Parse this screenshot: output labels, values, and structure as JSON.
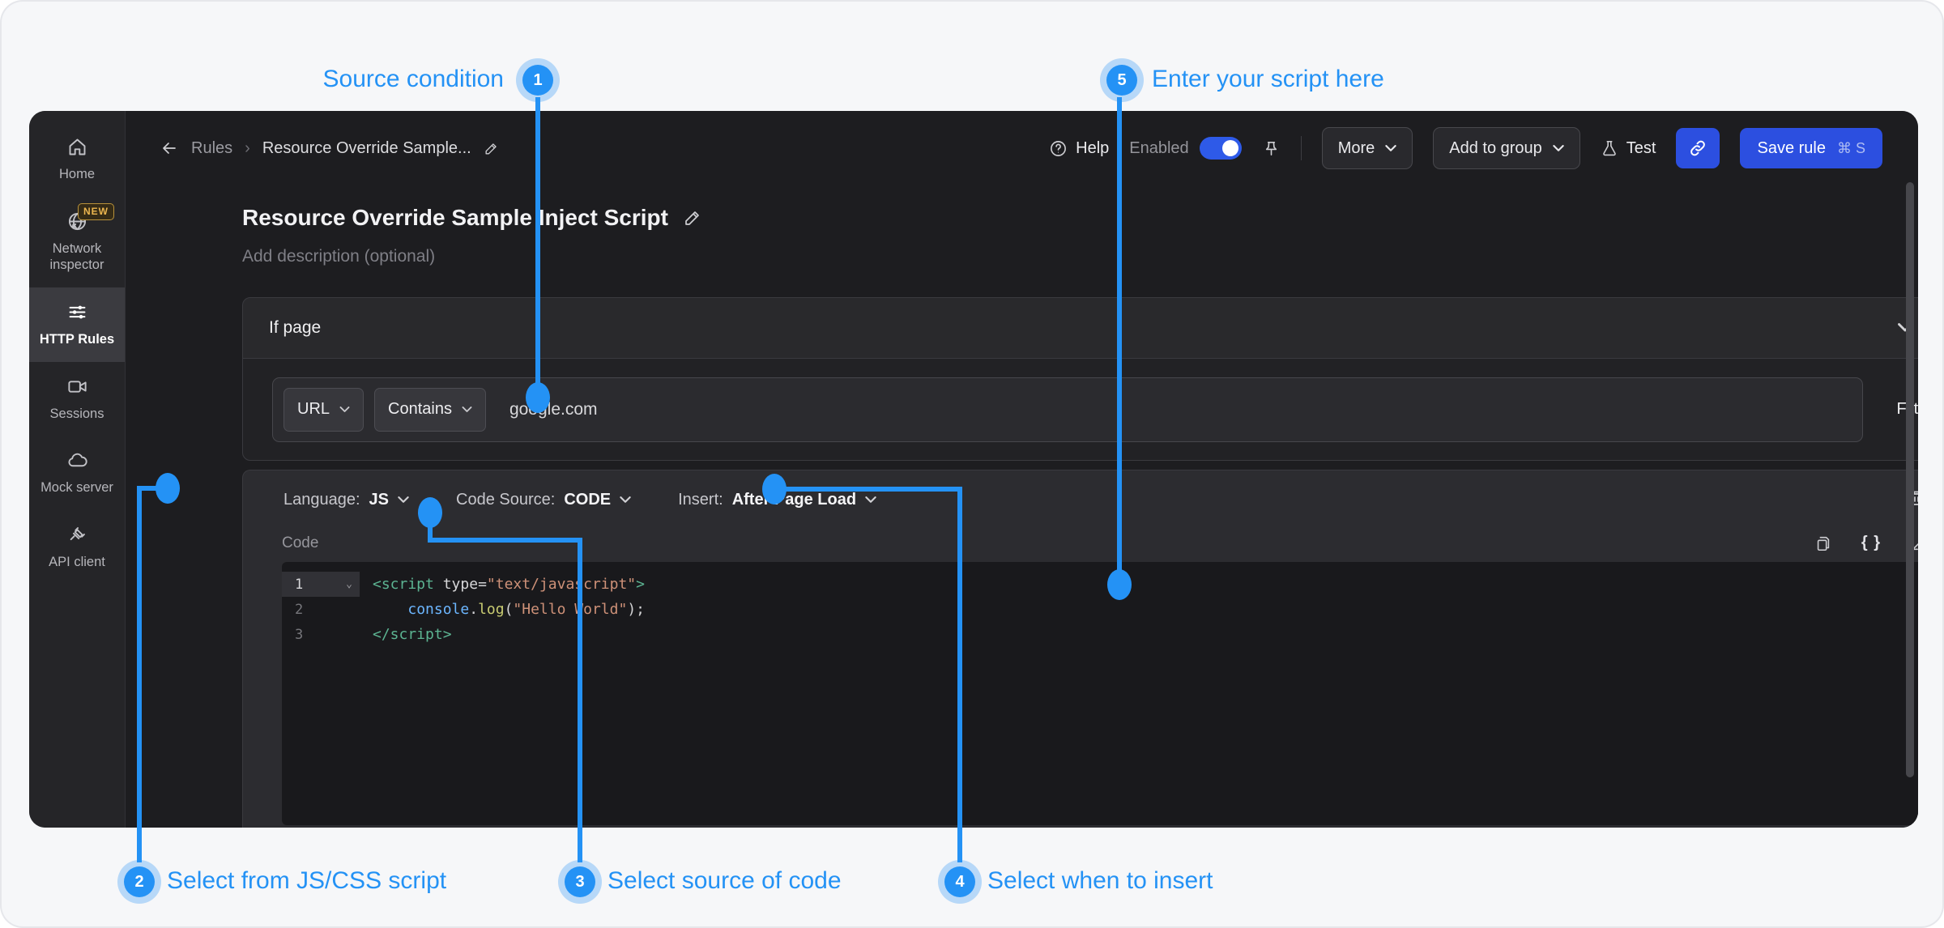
{
  "annotations": {
    "accent_color": "#2492f5",
    "items": [
      {
        "num": "1",
        "label": "Source condition"
      },
      {
        "num": "2",
        "label": "Select from JS/CSS script"
      },
      {
        "num": "3",
        "label": "Select source of code"
      },
      {
        "num": "4",
        "label": "Select when to insert"
      },
      {
        "num": "5",
        "label": "Enter your script here"
      }
    ]
  },
  "sidebar": {
    "items": [
      {
        "label": "Home"
      },
      {
        "label": "Network inspector",
        "badge": "NEW"
      },
      {
        "label": "HTTP Rules"
      },
      {
        "label": "Sessions"
      },
      {
        "label": "Mock server"
      },
      {
        "label": "API client"
      }
    ]
  },
  "header": {
    "breadcrumb": {
      "root": "Rules",
      "separator": "›",
      "current": "Resource Override Sample..."
    },
    "help_label": "Help",
    "enabled_label": "Enabled",
    "more_label": "More",
    "add_to_group_label": "Add to group",
    "test_label": "Test",
    "save_label": "Save rule",
    "save_shortcut": "⌘ S",
    "accent_color": "#2c4fe0"
  },
  "rule": {
    "title": "Resource Override Sample Inject Script",
    "description_placeholder": "Add description (optional)"
  },
  "condition": {
    "section_title": "If page",
    "key": "URL",
    "operator": "Contains",
    "value": "google.com",
    "filters_label": "Filters"
  },
  "script": {
    "language_label": "Language:",
    "language_value": "JS",
    "source_label": "Code Source:",
    "source_value": "CODE",
    "insert_label": "Insert:",
    "insert_value": "After Page Load",
    "code_label": "Code",
    "braces_glyph": "{ }",
    "fold_glyph": "⌄",
    "editor_colors": {
      "tag": "#5cb492",
      "string": "#ce9178",
      "variable": "#6cb6ff",
      "function": "#c9cc72"
    },
    "lines": [
      {
        "num": "1",
        "tokens": [
          "<script",
          " ",
          "type",
          "=",
          "\"text/javascript\"",
          ">"
        ]
      },
      {
        "num": "2",
        "tokens": [
          "    ",
          "console",
          ".",
          "log",
          "(",
          "\"Hello World\"",
          ");"
        ]
      },
      {
        "num": "3",
        "tokens": [
          "</script>"
        ]
      }
    ]
  }
}
